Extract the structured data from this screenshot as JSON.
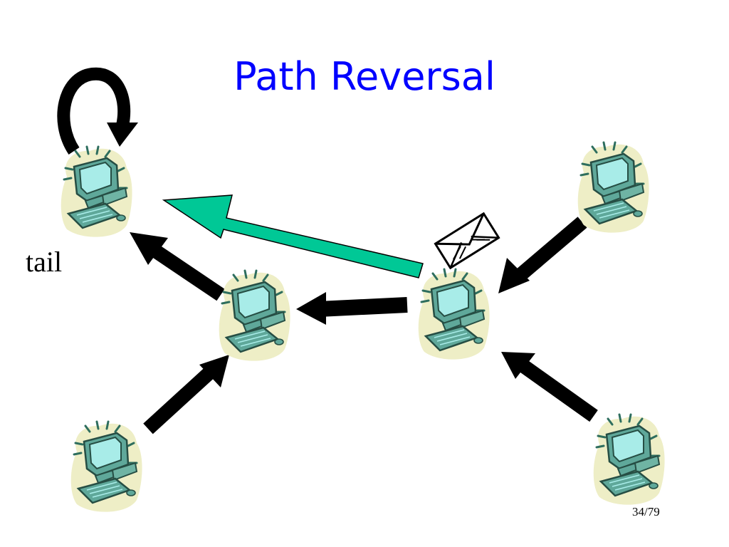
{
  "slide": {
    "title": "Path Reversal",
    "tail_label": "tail",
    "page_number": "34/79"
  },
  "diagram": {
    "nodes": [
      {
        "id": "tail-node",
        "icon": "computer-icon"
      },
      {
        "id": "middle-node",
        "icon": "computer-icon"
      },
      {
        "id": "center-node",
        "icon": "computer-icon"
      },
      {
        "id": "top-right-node",
        "icon": "computer-icon"
      },
      {
        "id": "bottom-left-node",
        "icon": "computer-icon"
      },
      {
        "id": "bottom-right-node",
        "icon": "computer-icon"
      }
    ],
    "edges": [
      {
        "from": "middle-node",
        "to": "tail-node"
      },
      {
        "from": "center-node",
        "to": "middle-node"
      },
      {
        "from": "bottom-left-node",
        "to": "middle-node"
      },
      {
        "from": "top-right-node",
        "to": "center-node"
      },
      {
        "from": "bottom-right-node",
        "to": "center-node"
      }
    ],
    "message": {
      "from": "center-node",
      "to": "tail-node",
      "icon": "envelope-icon"
    },
    "self_loop_node": "tail-node",
    "colors": {
      "title": "#0000ff",
      "arrow": "#000000",
      "message_arrow": "#00c896",
      "computer_body": "#5fa89a",
      "computer_screen": "#a8ece8",
      "computer_glow": "#eeeec6"
    }
  }
}
